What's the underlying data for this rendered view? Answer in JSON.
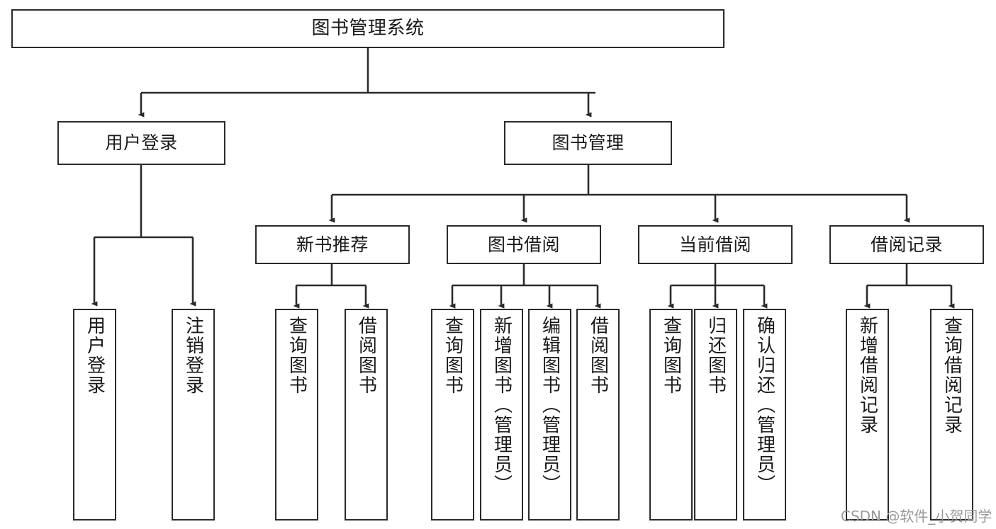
{
  "diagram": {
    "title": "图书管理系统",
    "type": "hierarchy-tree",
    "watermark": "CSDN @软件_小贺同学",
    "colors": {
      "background": "#ffffff",
      "box_border": "#2b2b2b",
      "connector": "#2b2b2b",
      "text": "#1a1a1a",
      "watermark": "#9a9a9a"
    },
    "levels": {
      "level0": "系统",
      "level1": "模块",
      "level2": "子模块",
      "level3": "功能"
    },
    "nodes": {
      "root": {
        "label": "图书管理系统",
        "orientation": "horizontal"
      },
      "user_login": {
        "label": "用户登录",
        "orientation": "horizontal"
      },
      "book_manage": {
        "label": "图书管理",
        "orientation": "horizontal"
      },
      "new_book_rec": {
        "label": "新书推荐",
        "orientation": "horizontal"
      },
      "book_borrow": {
        "label": "图书借阅",
        "orientation": "horizontal"
      },
      "current_borrow": {
        "label": "当前借阅",
        "orientation": "horizontal"
      },
      "borrow_record": {
        "label": "借阅记录",
        "orientation": "horizontal"
      },
      "leaf_user_login": {
        "label": "用户登录",
        "orientation": "vertical"
      },
      "leaf_logout": {
        "label": "注销登录",
        "orientation": "vertical"
      },
      "leaf_query_book_1": {
        "label": "查询图书",
        "orientation": "vertical"
      },
      "leaf_borrow_book_1": {
        "label": "借阅图书",
        "orientation": "vertical"
      },
      "leaf_query_book_2": {
        "label": "查询图书",
        "orientation": "vertical"
      },
      "leaf_add_book": {
        "label": "新增图书（管理员）",
        "orientation": "vertical"
      },
      "leaf_edit_book": {
        "label": "编辑图书（管理员）",
        "orientation": "vertical"
      },
      "leaf_borrow_book_2": {
        "label": "借阅图书",
        "orientation": "vertical"
      },
      "leaf_query_book_3": {
        "label": "查询图书",
        "orientation": "vertical"
      },
      "leaf_return_book": {
        "label": "归还图书",
        "orientation": "vertical"
      },
      "leaf_confirm_return": {
        "label": "确认归还（管理员）",
        "orientation": "vertical"
      },
      "leaf_add_record": {
        "label": "新增借阅记录",
        "orientation": "vertical"
      },
      "leaf_query_record": {
        "label": "查询借阅记录",
        "orientation": "vertical"
      }
    },
    "edges": [
      {
        "from": "root",
        "to": "user_login"
      },
      {
        "from": "root",
        "to": "book_manage"
      },
      {
        "from": "user_login",
        "to": "leaf_user_login"
      },
      {
        "from": "user_login",
        "to": "leaf_logout"
      },
      {
        "from": "book_manage",
        "to": "new_book_rec"
      },
      {
        "from": "book_manage",
        "to": "book_borrow"
      },
      {
        "from": "book_manage",
        "to": "current_borrow"
      },
      {
        "from": "book_manage",
        "to": "borrow_record"
      },
      {
        "from": "new_book_rec",
        "to": "leaf_query_book_1"
      },
      {
        "from": "new_book_rec",
        "to": "leaf_borrow_book_1"
      },
      {
        "from": "book_borrow",
        "to": "leaf_query_book_2"
      },
      {
        "from": "book_borrow",
        "to": "leaf_add_book"
      },
      {
        "from": "book_borrow",
        "to": "leaf_edit_book"
      },
      {
        "from": "book_borrow",
        "to": "leaf_borrow_book_2"
      },
      {
        "from": "current_borrow",
        "to": "leaf_query_book_3"
      },
      {
        "from": "current_borrow",
        "to": "leaf_return_book"
      },
      {
        "from": "current_borrow",
        "to": "leaf_confirm_return"
      },
      {
        "from": "borrow_record",
        "to": "leaf_add_record"
      },
      {
        "from": "borrow_record",
        "to": "leaf_query_record"
      }
    ]
  }
}
